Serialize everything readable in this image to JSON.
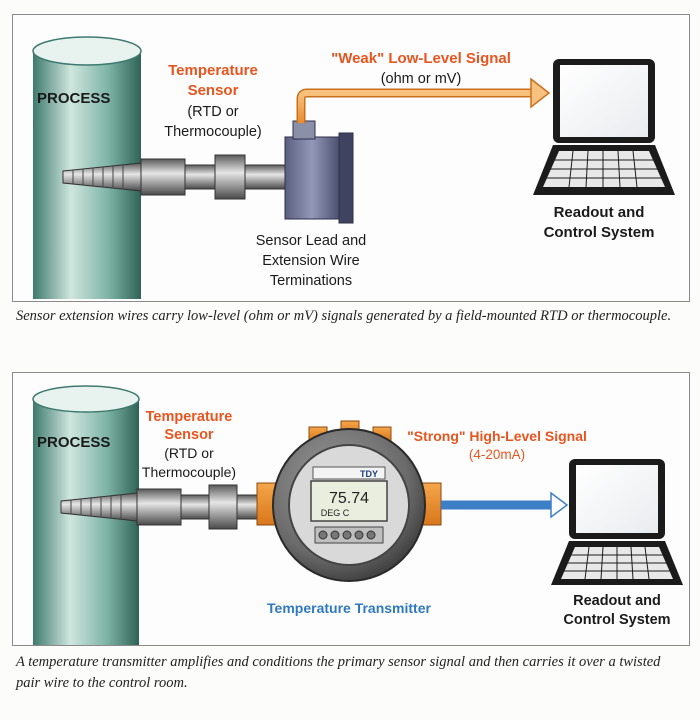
{
  "diagram_1": {
    "process_label": "PROCESS",
    "sensor_title_line1": "Temperature",
    "sensor_title_line2": "Sensor",
    "sensor_sub_line1": "(RTD or",
    "sensor_sub_line2": "Thermocouple)",
    "signal_title_strong": "\"Weak\"",
    "signal_title_rest": " Low-Level Signal",
    "signal_sub": "(ohm or mV)",
    "terminations_line1": "Sensor Lead and",
    "terminations_line2": "Extension Wire",
    "terminations_line3": "Terminations",
    "readout_line1": "Readout and",
    "readout_line2": "Control System"
  },
  "caption_1": "Sensor extension wires carry low-level (ohm or mV) signals generated by a field-mounted RTD or thermocouple.",
  "diagram_2": {
    "process_label": "PROCESS",
    "sensor_title_line1": "Temperature",
    "sensor_title_line2": "Sensor",
    "sensor_sub_line1": "(RTD or",
    "sensor_sub_line2": "Thermocouple)",
    "signal_title_strong": "\"Strong\"",
    "signal_title_rest": " High-Level Signal",
    "signal_sub": "(4-20mA)",
    "transmitter_label": "Temperature Transmitter",
    "display_value": "75.74",
    "display_unit": "DEG C",
    "brand": "TDY",
    "readout_line1": "Readout and",
    "readout_line2": "Control System"
  },
  "caption_2": "A temperature transmitter amplifies and conditions the primary sensor signal and then carries it over a twisted pair wire to the control room.",
  "colors": {
    "sensor_text": "#e8551f",
    "signal_orange": "#f2a24e",
    "signal_blue": "#3d7fc7",
    "pipe_green": "#5f9a8c",
    "transmitter_label": "#2f79c0"
  }
}
